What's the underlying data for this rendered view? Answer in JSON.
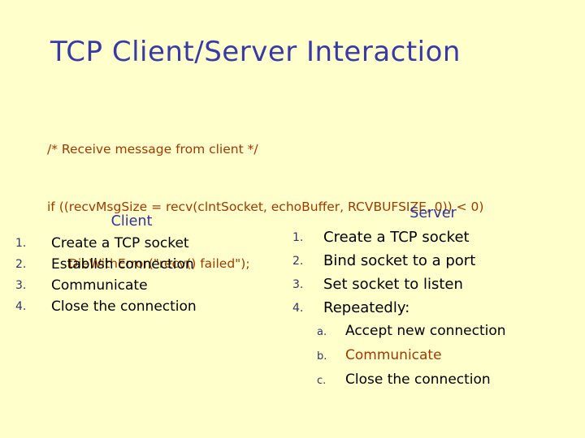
{
  "slide": {
    "title": "TCP Client/Server Interaction",
    "colors": {
      "background": "#FFFFCC",
      "title_blue": "#3A3AA6",
      "header_blue": "#333399",
      "number_navy": "#333366",
      "code_red": "#9C3A00",
      "body_black": "#000000"
    },
    "code_lines": [
      "/* Receive message from client */",
      "if ((recvMsgSize = recv(clntSocket, echoBuffer, RCVBUFSIZE, 0)) < 0)",
      "DieWithError(\"recv() failed\");"
    ]
  },
  "client": {
    "header": "Client",
    "items": [
      {
        "num": "1.",
        "text": "Create a TCP socket"
      },
      {
        "num": "2.",
        "text": "Establish connection"
      },
      {
        "num": "3.",
        "text": "Communicate"
      },
      {
        "num": "4.",
        "text": "Close the connection"
      }
    ]
  },
  "server": {
    "header": "Server",
    "items": [
      {
        "num": "1.",
        "text": "Create a TCP socket"
      },
      {
        "num": "2.",
        "text": "Bind socket to a port"
      },
      {
        "num": "3.",
        "text": "Set socket to listen"
      },
      {
        "num": "4.",
        "text": "Repeatedly:"
      }
    ],
    "subitems": [
      {
        "num": "a.",
        "text": "Accept new connection",
        "highlight": false
      },
      {
        "num": "b.",
        "text": "Communicate",
        "highlight": true
      },
      {
        "num": "c.",
        "text": "Close the connection",
        "highlight": false
      }
    ]
  }
}
